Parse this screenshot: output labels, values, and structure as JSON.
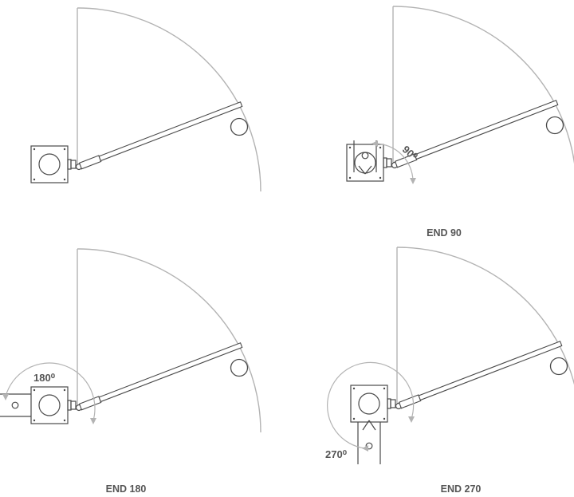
{
  "diagrams": [
    {
      "id": "default",
      "caption": "",
      "angle_label": ""
    },
    {
      "id": "end-90",
      "caption": "END 90",
      "angle_label": "90⁰"
    },
    {
      "id": "end-180",
      "caption": "END 180",
      "angle_label": "180⁰"
    },
    {
      "id": "end-270",
      "caption": "END 270",
      "angle_label": "270⁰"
    }
  ],
  "colors": {
    "line": "#4a4a4a",
    "guide": "#b3b3b3",
    "text": "#555555"
  }
}
